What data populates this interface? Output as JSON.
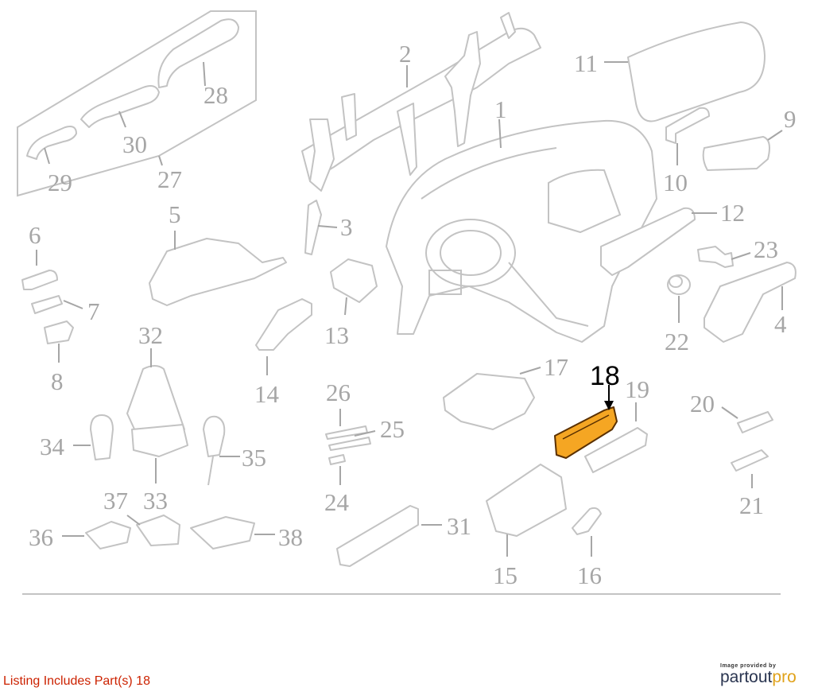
{
  "diagram": {
    "highlight_color": "#f5a623",
    "labels": {
      "p1": "1",
      "p2": "2",
      "p3": "3",
      "p4": "4",
      "p5": "5",
      "p6": "6",
      "p7": "7",
      "p8": "8",
      "p9": "9",
      "p10": "10",
      "p11": "11",
      "p12": "12",
      "p13": "13",
      "p14": "14",
      "p15": "15",
      "p16": "16",
      "p17": "17",
      "p18": "18",
      "p19": "19",
      "p20": "20",
      "p21": "21",
      "p22": "22",
      "p23": "23",
      "p24": "24",
      "p25": "25",
      "p26": "26",
      "p27": "27",
      "p28": "28",
      "p29": "29",
      "p30": "30",
      "p31": "31",
      "p32": "32",
      "p33": "33",
      "p34": "34",
      "p35": "35",
      "p36": "36",
      "p37": "37",
      "p38": "38"
    }
  },
  "footer": {
    "listing_text": "Listing Includes Part(s) 18",
    "provided_by": "Image provided by",
    "brand_part": "partout",
    "brand_pro": "pro"
  }
}
